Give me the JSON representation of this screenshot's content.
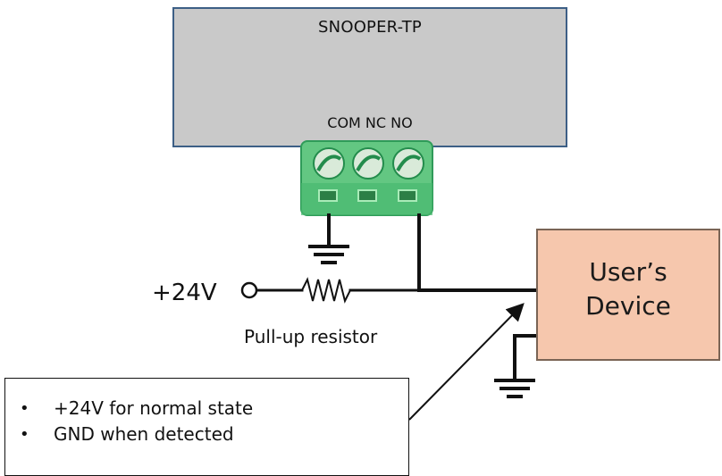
{
  "device": {
    "title": "SNOOPER-TP",
    "pins": "COM NC NO"
  },
  "supply": {
    "voltage": "+24V"
  },
  "resistor": {
    "label": "Pull-up resistor"
  },
  "user_device": {
    "line1": "User’s",
    "line2": "Device"
  },
  "note": {
    "items": [
      "+24V for normal state",
      "GND when detected"
    ]
  },
  "colors": {
    "device_fill": "#c9c9c9",
    "device_border": "#3d5f86",
    "terminal_block": "#61c780",
    "user_fill": "#f6c7ad"
  }
}
